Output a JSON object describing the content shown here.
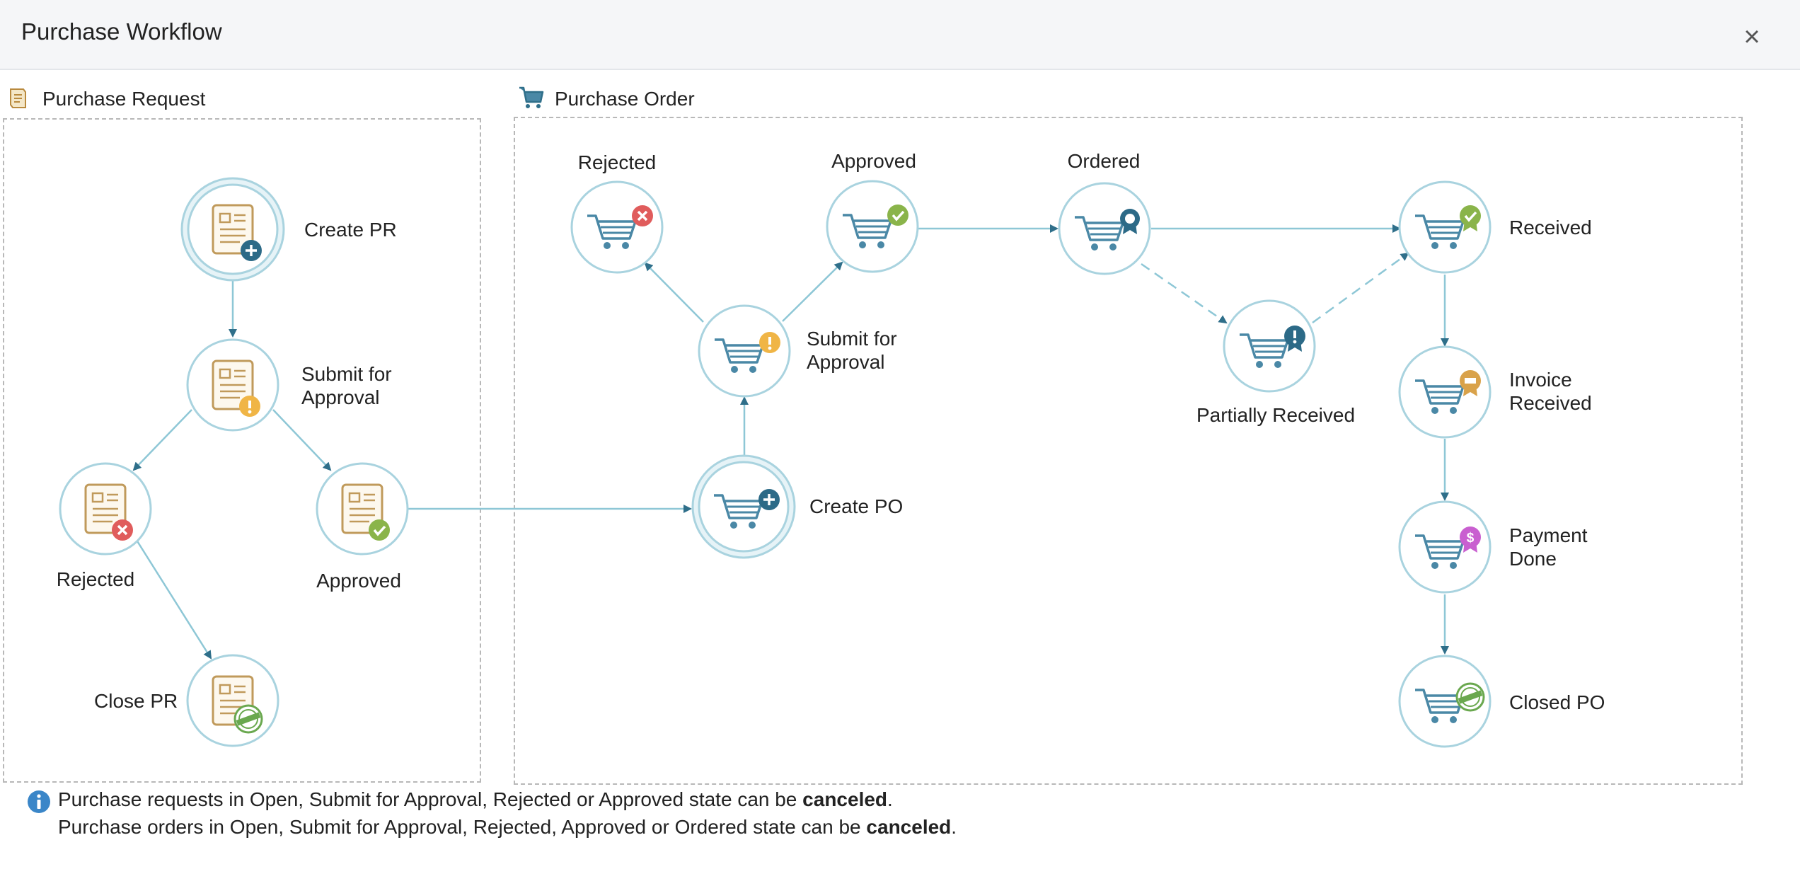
{
  "header": {
    "title": "Purchase Workflow",
    "close_label": "×"
  },
  "sections": {
    "pr": {
      "label": "Purchase Request",
      "icon": "receipt-icon"
    },
    "po": {
      "label": "Purchase Order",
      "icon": "cart-icon"
    }
  },
  "pr_nodes": {
    "create": "Create PR",
    "submit": "Submit for\nApproval",
    "rejected": "Rejected",
    "approved": "Approved",
    "close": "Close PR"
  },
  "po_nodes": {
    "rejected": "Rejected",
    "approved": "Approved",
    "ordered": "Ordered",
    "received": "Received",
    "submit": "Submit for\nApproval",
    "partial": "Partially Received",
    "invoice": "Invoice\nReceived",
    "create": "Create PO",
    "payment": "Payment\nDone",
    "closed": "Closed PO"
  },
  "notes": {
    "line1_prefix": "Purchase requests in Open, Submit for Approval, Rejected or Approved state can be ",
    "line1_bold": "canceled",
    "line1_suffix": ".",
    "line2_prefix": "Purchase orders in Open, Submit for Approval, Rejected, Approved or Ordered state can be ",
    "line2_bold": "canceled",
    "line2_suffix": "."
  },
  "colors": {
    "node_border": "#a9d3df",
    "edge": "#8ec7d6",
    "arrow": "#2f6f8a",
    "document": "#c09a5b",
    "cart": "#4a88a6",
    "add_badge": "#2c6a87",
    "reject_badge": "#e05c5c",
    "approve_badge": "#8ab44a",
    "warn_badge": "#f0b546",
    "payment_badge": "#c95fd0",
    "info_icon": "#3a86c8"
  },
  "badge_icons": {
    "add": "plus-icon",
    "reject": "x-icon",
    "approve": "check-icon",
    "warn": "exclamation-icon",
    "ribbon": "award-ribbon-icon",
    "stamp": "approved-stamp-icon",
    "payment": "dollar-icon"
  }
}
